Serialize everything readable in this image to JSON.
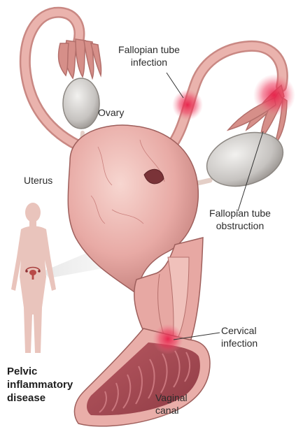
{
  "labels": {
    "fallopian_tube_infection": [
      "Fallopian tube",
      "infection"
    ],
    "ovary": "Ovary",
    "uterus": "Uterus",
    "fallopian_tube_obstruction": [
      "Fallopian tube",
      "obstruction"
    ],
    "cervical_infection": [
      "Cervical",
      "infection"
    ],
    "vaginal_canal": [
      "Vaginal",
      "canal"
    ]
  },
  "title": [
    "Pelvic",
    "inflammatory",
    "disease"
  ],
  "colors": {
    "tissue": "#e8a9a4",
    "tissue_light": "#f3cbc5",
    "tissue_dark": "#b8706d",
    "ovary": "#c9c7c4",
    "inflammation": "#e8204a",
    "silhouette": "#e9c4bc",
    "callout": "#dcdcdc",
    "canal_interior": "#a44d55"
  }
}
